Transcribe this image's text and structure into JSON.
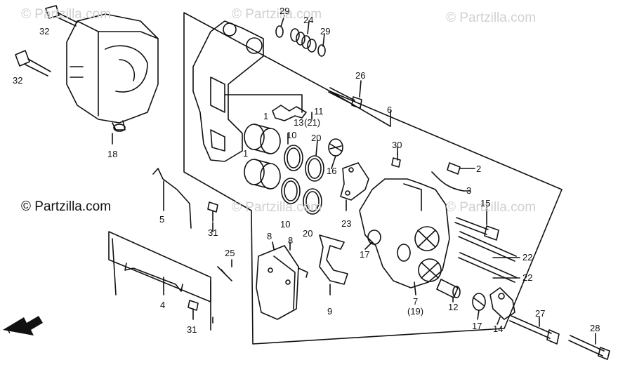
{
  "diagram": {
    "watermark_text": "© Partzilla.com",
    "watermark_main": "© Partzilla.com",
    "fwd_label": "FWD",
    "callouts": {
      "c1a": "1",
      "c1b": "1",
      "c2": "2",
      "c3": "3",
      "c4": "4",
      "c5": "5",
      "c6": "6",
      "c7": "7",
      "c7sub": "(19)",
      "c8a": "8",
      "c8b": "8",
      "c9": "9",
      "c10a": "10",
      "c10b": "10",
      "c11": "11",
      "c12": "12",
      "c13": "13",
      "c13sub": "(21)",
      "c14": "14",
      "c15": "15",
      "c16": "16",
      "c17a": "17",
      "c17b": "17",
      "c18": "18",
      "c20a": "20",
      "c20b": "20",
      "c22a": "22",
      "c22b": "22",
      "c23": "23",
      "c24": "24",
      "c25": "25",
      "c26": "26",
      "c27": "27",
      "c28": "28",
      "c29a": "29",
      "c29b": "29",
      "c30": "30",
      "c31a": "31",
      "c31b": "31",
      "c32a": "32",
      "c32b": "32"
    }
  }
}
